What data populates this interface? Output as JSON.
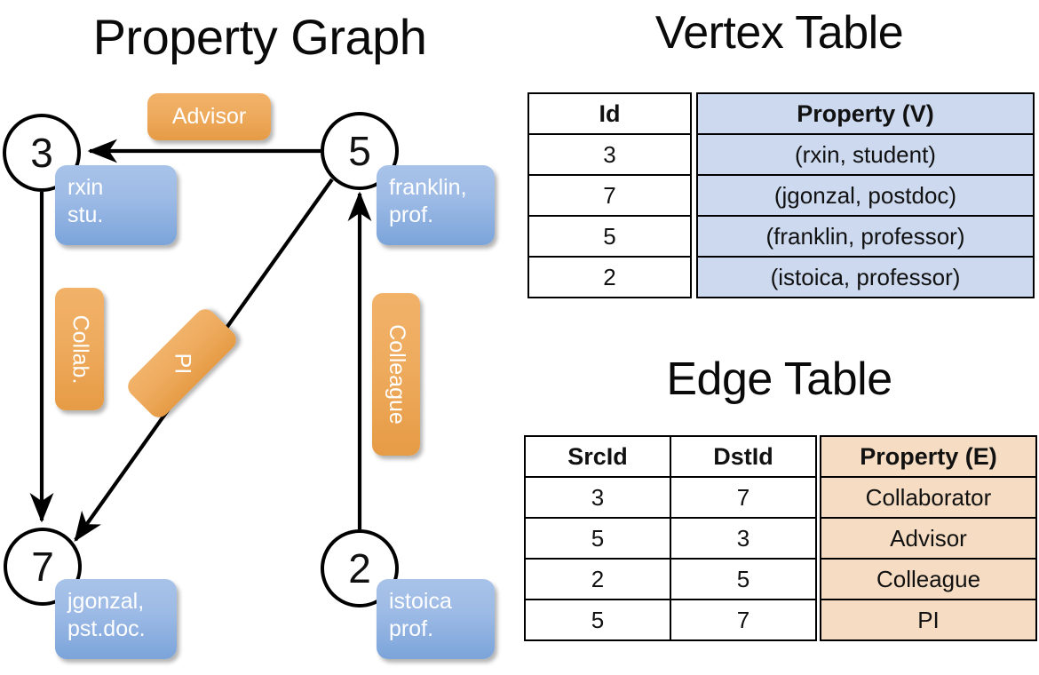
{
  "titles": {
    "property_graph": "Property Graph",
    "vertex_table": "Vertex Table",
    "edge_table": "Edge Table"
  },
  "graph": {
    "nodes": [
      {
        "id": "3",
        "label": "3",
        "property_lines": [
          "rxin",
          "stu."
        ]
      },
      {
        "id": "5",
        "label": "5",
        "property_lines": [
          "franklin,",
          "prof."
        ]
      },
      {
        "id": "7",
        "label": "7",
        "property_lines": [
          "jgonzal,",
          "pst.doc."
        ]
      },
      {
        "id": "2",
        "label": "2",
        "property_lines": [
          "istoica",
          "prof."
        ]
      }
    ],
    "edge_labels": [
      {
        "name": "advisor",
        "text": "Advisor",
        "orientation": "horizontal"
      },
      {
        "name": "collab",
        "text": "Collab.",
        "orientation": "vertical"
      },
      {
        "name": "pi",
        "text": "PI",
        "orientation": "diagonal"
      },
      {
        "name": "colleague",
        "text": "Colleague",
        "orientation": "vertical"
      }
    ],
    "edges": [
      {
        "src": "5",
        "dst": "3",
        "label": "Advisor"
      },
      {
        "src": "3",
        "dst": "7",
        "label": "Collab."
      },
      {
        "src": "5",
        "dst": "7",
        "label": "PI"
      },
      {
        "src": "2",
        "dst": "5",
        "label": "Colleague"
      }
    ]
  },
  "vertex_table": {
    "headers": [
      "Id",
      "Property (V)"
    ],
    "rows": [
      {
        "id": "3",
        "property": "(rxin, student)"
      },
      {
        "id": "7",
        "property": "(jgonzal, postdoc)"
      },
      {
        "id": "5",
        "property": "(franklin, professor)"
      },
      {
        "id": "2",
        "property": "(istoica, professor)"
      }
    ]
  },
  "edge_table": {
    "headers": [
      "SrcId",
      "DstId",
      "Property (E)"
    ],
    "rows": [
      {
        "src": "3",
        "dst": "7",
        "property": "Collaborator"
      },
      {
        "src": "5",
        "dst": "3",
        "property": "Advisor"
      },
      {
        "src": "2",
        "dst": "5",
        "property": "Colleague"
      },
      {
        "src": "5",
        "dst": "7",
        "property": "PI"
      }
    ]
  },
  "colors": {
    "vertex_property_fill": "#ccd9ef",
    "edge_property_fill": "#f5dcc2",
    "vertex_box": "#8fb2e0",
    "edge_box": "#eda css",
    "edge_box_hex": "#eeab5e",
    "stroke": "#000000"
  }
}
